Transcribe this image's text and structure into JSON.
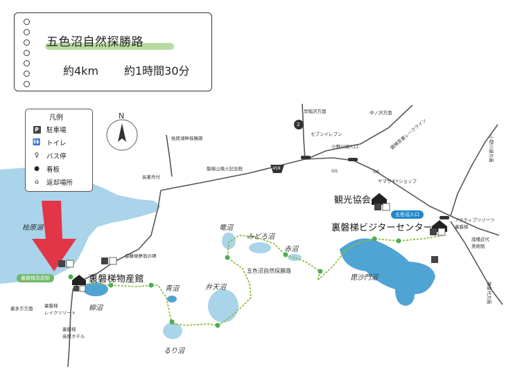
{
  "info_card": {
    "title": "五色沼自然探勝路",
    "distance": "約4km",
    "duration": "約1時間30分"
  },
  "compass": {
    "label": "N"
  },
  "legend": {
    "title": "凡例",
    "items": [
      {
        "icon": "parking-icon",
        "label": "駐車場"
      },
      {
        "icon": "toilet-icon",
        "label": "トイレ"
      },
      {
        "icon": "bus-stop-icon",
        "label": "バス停"
      },
      {
        "icon": "signboard-dot-icon",
        "label": "看板"
      },
      {
        "icon": "return-house-icon",
        "label": "返却場所"
      }
    ]
  },
  "places": {
    "hibara_lake": "桧原湖",
    "ura_station": "裏磐梯高原駅",
    "ura_lake_resort": "裏磐梯\nレイクリゾート",
    "ura_hotel": "裏磐梯\n高原ホテル",
    "urata_direction": "裏多方方面",
    "bussan": "裏磐梯物産館",
    "yanagi": "柳沼",
    "ao": "青沼",
    "ruri": "るり沼",
    "benten": "弁天沼",
    "tatsu": "竜沼",
    "midoro": "みどろ沼",
    "aka": "赤沼",
    "trail": "五色沼自然探勝路",
    "bishamon": "毘沙門沼",
    "visitor_center": "裏磐梯ビジターセンター",
    "kanko": "観光協会",
    "goshiki_entrance": "五色沼入口",
    "enzo_monument": "遠藤現夢翁の碑",
    "nagamine_village": "長峯舟付",
    "bandai_memorial": "磐梯山噴火記念館",
    "hibara_road": "桧原湖畔探勝路",
    "hayama_direction": "早稲沢方面",
    "seven": "セブンイレブン",
    "onogawa_entrance": "小野川湖入口",
    "gs1": "GS",
    "gs2": "GS",
    "yamazaki": "ヤマザキYショップ",
    "nakanosawa_direction": "中ノ沢方面",
    "lakeline": "磐梯吾妻レークライン",
    "onogawa_direction": "小野川湖方面",
    "activity": "アクティブリゾーツ\n裏磐梯",
    "morohashi": "諸橋近代\n美術館",
    "inawashiro_direction": "猪苗代方面",
    "route_459": "459",
    "route_2": "2"
  },
  "colors": {
    "lake": "#a9d4ea",
    "lake_dark": "#4fa4d4",
    "trail": "#8dbd3c",
    "trail_node": "#4caf50",
    "road": "#555555",
    "arrow": "#e8273a",
    "highlight": "#b9dba1",
    "badge_green": "#6fb86a",
    "badge_blue": "#1e88c8"
  }
}
